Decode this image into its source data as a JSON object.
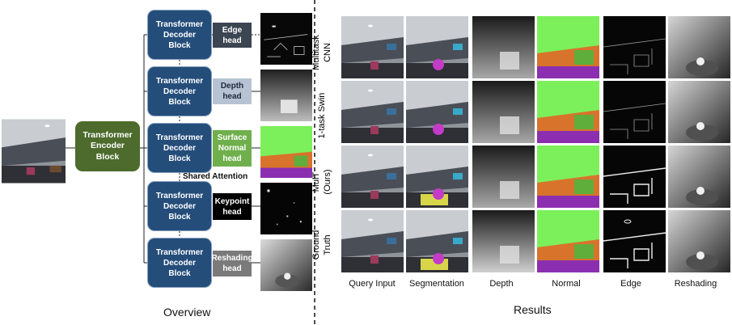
{
  "encoder": {
    "label": "Transformer\nEncoder\nBlock"
  },
  "decoder_label": "Transformer\nDecoder\nBlock",
  "heads": [
    {
      "label": "Edge\nhead",
      "bg": "#3c4552",
      "fg": "#ffffff"
    },
    {
      "label": "Depth\nhead",
      "bg": "#b7c3d2",
      "fg": "#1c2a3d"
    },
    {
      "label": "Surface\nNormal\nhead",
      "bg": "#6faf4c",
      "fg": "#ffffff"
    },
    {
      "label": "Keypoint\nhead",
      "bg": "#000000",
      "fg": "#ffffff"
    },
    {
      "label": "Reshading\nhead",
      "bg": "#7a7a7a",
      "fg": "#ffffff"
    }
  ],
  "shared_attention": "Shared Attention",
  "overview_label": "Overview",
  "results_label": "Results",
  "row_labels": [
    "Multitask\nCNN",
    "1-task Swin",
    "MulT\n(Ours)",
    "Ground\nTruth"
  ],
  "column_labels": [
    "Query Input",
    "Segmentation",
    "Depth",
    "Normal",
    "Edge",
    "Reshading"
  ],
  "colors": {
    "encoder": "#4d6b2c",
    "decoder": "#244d7a",
    "normal_green": "#7cf05a",
    "normal_orange": "#d8732c",
    "normal_purple": "#8b2fb0",
    "seg_magenta": "#c33bc7",
    "seg_yellow": "#d7d64a",
    "seg_cyan": "#39a9c9"
  }
}
